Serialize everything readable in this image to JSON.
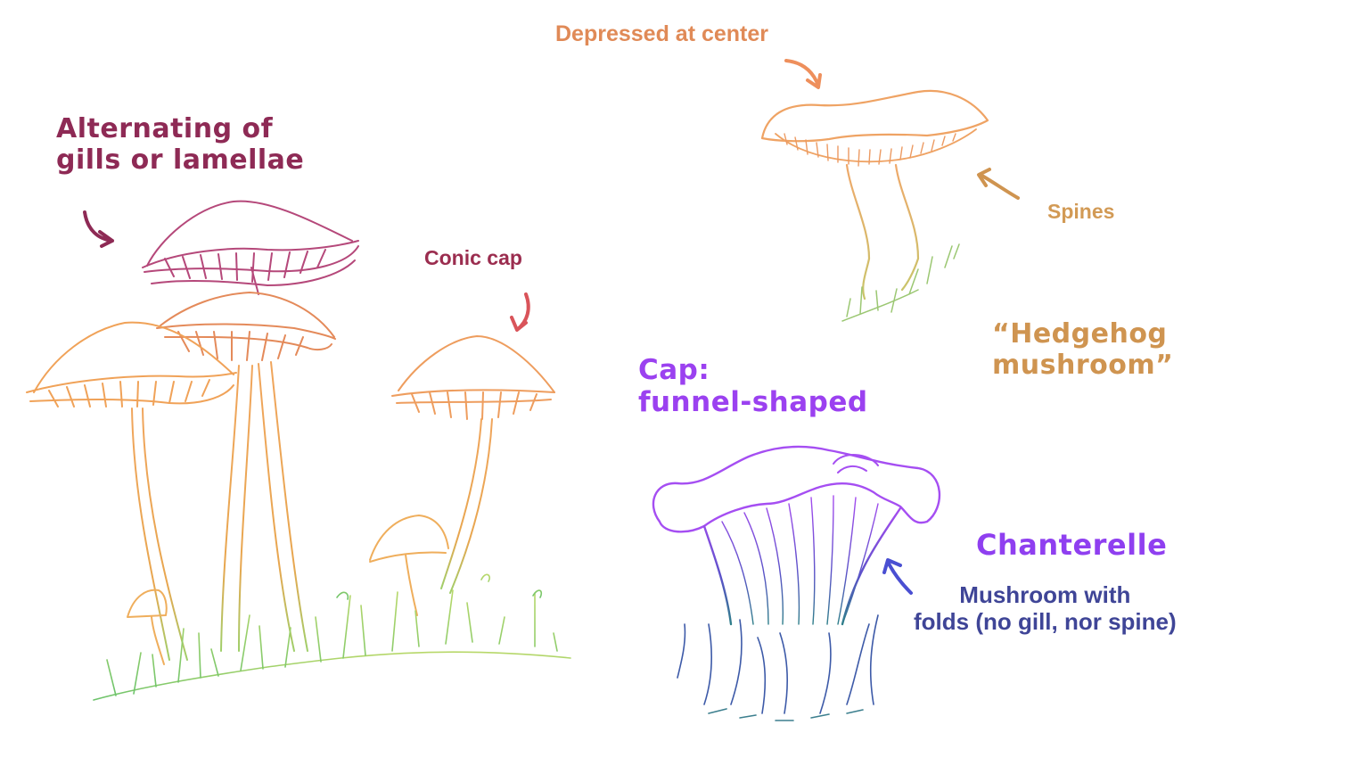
{
  "labels": {
    "gills_line1": "Alternating of",
    "gills_line2": "gills or lamellae",
    "conic_cap": "Conic cap",
    "depressed": "Depressed at center",
    "spines": "Spines",
    "hedgehog_line1": "“Hedgehog",
    "hedgehog_line2": "mushroom”",
    "cap_line1": "Cap:",
    "cap_line2": "funnel-shaped",
    "chanterelle": "Chanterelle",
    "folds_line1": "Mushroom with",
    "folds_line2": "folds (no gill, nor spine)"
  },
  "colors": {
    "gills": "#8e2a55",
    "conic": "#9b2d4f",
    "orange_cap": "#f0a15a",
    "hedgehog": "#e9a062",
    "chanterelle": "#9b41f0",
    "folds": "#3f4597",
    "grass": "#7ec86b"
  }
}
